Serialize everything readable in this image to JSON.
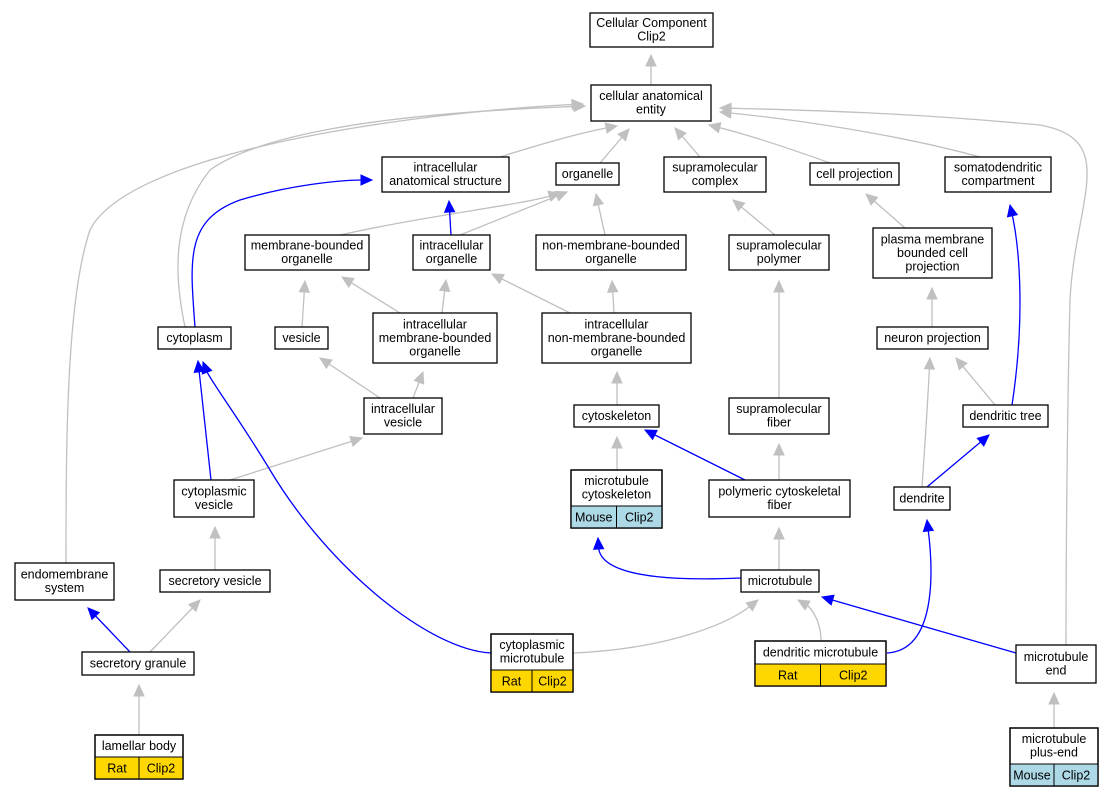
{
  "colors": {
    "gray_edge": "#c0c0c0",
    "blue_edge": "#0000ff",
    "rat_cell": "#ffd700",
    "mouse_cell": "#add8e6"
  },
  "nodes": [
    {
      "id": "cc",
      "lines": [
        "Cellular Component",
        "Clip2"
      ]
    },
    {
      "id": "cae",
      "lines": [
        "cellular anatomical",
        "entity"
      ]
    },
    {
      "id": "ias",
      "lines": [
        "intracellular",
        "anatomical structure"
      ]
    },
    {
      "id": "org",
      "lines": [
        "organelle"
      ]
    },
    {
      "id": "smc",
      "lines": [
        "supramolecular",
        "complex"
      ]
    },
    {
      "id": "cp",
      "lines": [
        "cell projection"
      ]
    },
    {
      "id": "sdc",
      "lines": [
        "somatodendritic",
        "compartment"
      ]
    },
    {
      "id": "mbo",
      "lines": [
        "membrane-bounded",
        "organelle"
      ]
    },
    {
      "id": "io",
      "lines": [
        "intracellular",
        "organelle"
      ]
    },
    {
      "id": "nmbo",
      "lines": [
        "non-membrane-bounded",
        "organelle"
      ]
    },
    {
      "id": "smp",
      "lines": [
        "supramolecular",
        "polymer"
      ]
    },
    {
      "id": "pmbcp",
      "lines": [
        "plasma membrane",
        "bounded cell",
        "projection"
      ]
    },
    {
      "id": "cyto",
      "lines": [
        "cytoplasm"
      ]
    },
    {
      "id": "ves",
      "lines": [
        "vesicle"
      ]
    },
    {
      "id": "imbo",
      "lines": [
        "intracellular",
        "membrane-bounded",
        "organelle"
      ]
    },
    {
      "id": "inmbo",
      "lines": [
        "intracellular",
        "non-membrane-bounded",
        "organelle"
      ]
    },
    {
      "id": "np",
      "lines": [
        "neuron projection"
      ]
    },
    {
      "id": "iv",
      "lines": [
        "intracellular",
        "vesicle"
      ]
    },
    {
      "id": "csk",
      "lines": [
        "cytoskeleton"
      ]
    },
    {
      "id": "smf",
      "lines": [
        "supramolecular",
        "fiber"
      ]
    },
    {
      "id": "dt",
      "lines": [
        "dendritic tree"
      ]
    },
    {
      "id": "cv",
      "lines": [
        "cytoplasmic",
        "vesicle"
      ]
    },
    {
      "id": "mtc",
      "lines": [
        "microtubule",
        "cytoskeleton"
      ],
      "cells": [
        {
          "label": "Mouse",
          "kind": "mouse"
        },
        {
          "label": "Clip2",
          "kind": "mouse"
        }
      ]
    },
    {
      "id": "pcf",
      "lines": [
        "polymeric cytoskeletal",
        "fiber"
      ]
    },
    {
      "id": "den",
      "lines": [
        "dendrite"
      ]
    },
    {
      "id": "ems",
      "lines": [
        "endomembrane",
        "system"
      ]
    },
    {
      "id": "sv",
      "lines": [
        "secretory vesicle"
      ]
    },
    {
      "id": "mt",
      "lines": [
        "microtubule"
      ]
    },
    {
      "id": "sg",
      "lines": [
        "secretory granule"
      ]
    },
    {
      "id": "cmt",
      "lines": [
        "cytoplasmic",
        "microtubule"
      ],
      "cells": [
        {
          "label": "Rat",
          "kind": "rat"
        },
        {
          "label": "Clip2",
          "kind": "rat"
        }
      ]
    },
    {
      "id": "dmt",
      "lines": [
        "dendritic microtubule"
      ],
      "cells": [
        {
          "label": "Rat",
          "kind": "rat"
        },
        {
          "label": "Clip2",
          "kind": "rat"
        }
      ]
    },
    {
      "id": "mte",
      "lines": [
        "microtubule",
        "end"
      ]
    },
    {
      "id": "lb",
      "lines": [
        "lamellar body"
      ],
      "cells": [
        {
          "label": "Rat",
          "kind": "rat"
        },
        {
          "label": "Clip2",
          "kind": "rat"
        }
      ]
    },
    {
      "id": "mtpe",
      "lines": [
        "microtubule",
        "plus-end"
      ],
      "cells": [
        {
          "label": "Mouse",
          "kind": "mouse"
        },
        {
          "label": "Clip2",
          "kind": "mouse"
        }
      ]
    }
  ],
  "edges": [
    {
      "from": "cae",
      "to": "cc",
      "kind": "gray"
    },
    {
      "from": "ias",
      "to": "cae",
      "kind": "gray"
    },
    {
      "from": "org",
      "to": "cae",
      "kind": "gray"
    },
    {
      "from": "smc",
      "to": "cae",
      "kind": "gray"
    },
    {
      "from": "cp",
      "to": "cae",
      "kind": "gray"
    },
    {
      "from": "sdc",
      "to": "cae",
      "kind": "gray"
    },
    {
      "from": "cyto",
      "to": "cae",
      "kind": "gray"
    },
    {
      "from": "ems",
      "to": "cae",
      "kind": "gray"
    },
    {
      "from": "mte",
      "to": "cae",
      "kind": "gray"
    },
    {
      "from": "mbo",
      "to": "org",
      "kind": "gray"
    },
    {
      "from": "io",
      "to": "org",
      "kind": "gray"
    },
    {
      "from": "nmbo",
      "to": "org",
      "kind": "gray"
    },
    {
      "from": "io",
      "to": "ias",
      "kind": "blue"
    },
    {
      "from": "cyto",
      "to": "ias",
      "kind": "blue"
    },
    {
      "from": "smp",
      "to": "smc",
      "kind": "gray"
    },
    {
      "from": "pmbcp",
      "to": "cp",
      "kind": "gray"
    },
    {
      "from": "dt",
      "to": "sdc",
      "kind": "blue"
    },
    {
      "from": "ves",
      "to": "mbo",
      "kind": "gray"
    },
    {
      "from": "imbo",
      "to": "mbo",
      "kind": "gray"
    },
    {
      "from": "imbo",
      "to": "io",
      "kind": "gray"
    },
    {
      "from": "inmbo",
      "to": "io",
      "kind": "gray"
    },
    {
      "from": "inmbo",
      "to": "nmbo",
      "kind": "gray"
    },
    {
      "from": "smf",
      "to": "smp",
      "kind": "gray"
    },
    {
      "from": "np",
      "to": "pmbcp",
      "kind": "gray"
    },
    {
      "from": "iv",
      "to": "ves",
      "kind": "gray"
    },
    {
      "from": "iv",
      "to": "imbo",
      "kind": "gray"
    },
    {
      "from": "csk",
      "to": "inmbo",
      "kind": "gray"
    },
    {
      "from": "dt",
      "to": "np",
      "kind": "gray"
    },
    {
      "from": "den",
      "to": "np",
      "kind": "gray"
    },
    {
      "from": "cv",
      "to": "iv",
      "kind": "gray"
    },
    {
      "from": "cv",
      "to": "cyto",
      "kind": "blue"
    },
    {
      "from": "mtc",
      "to": "csk",
      "kind": "gray"
    },
    {
      "from": "pcf",
      "to": "csk",
      "kind": "blue"
    },
    {
      "from": "pcf",
      "to": "smf",
      "kind": "gray"
    },
    {
      "from": "den",
      "to": "dt",
      "kind": "blue"
    },
    {
      "from": "sv",
      "to": "cv",
      "kind": "gray"
    },
    {
      "from": "mt",
      "to": "mtc",
      "kind": "blue"
    },
    {
      "from": "mt",
      "to": "pcf",
      "kind": "gray"
    },
    {
      "from": "dmt",
      "to": "den",
      "kind": "blue"
    },
    {
      "from": "sg",
      "to": "sv",
      "kind": "gray"
    },
    {
      "from": "sg",
      "to": "ems",
      "kind": "blue"
    },
    {
      "from": "cmt",
      "to": "mt",
      "kind": "gray"
    },
    {
      "from": "dmt",
      "to": "mt",
      "kind": "gray"
    },
    {
      "from": "mte",
      "to": "mt",
      "kind": "blue"
    },
    {
      "from": "cmt",
      "to": "cyto",
      "kind": "blue"
    },
    {
      "from": "lb",
      "to": "sg",
      "kind": "gray"
    },
    {
      "from": "mtpe",
      "to": "mte",
      "kind": "gray"
    }
  ]
}
